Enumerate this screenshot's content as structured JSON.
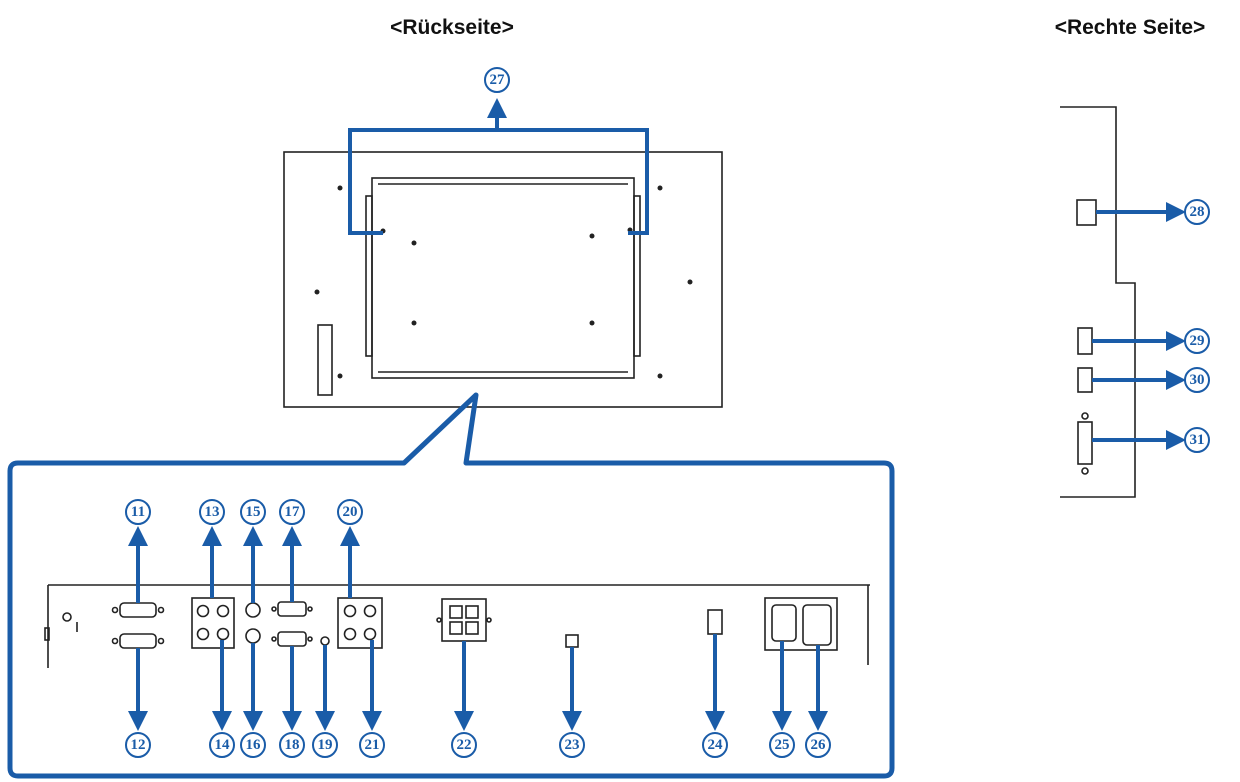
{
  "headers": {
    "rear": "<Rückseite>",
    "right_side": "<Rechte Seite>"
  },
  "callouts": {
    "c11": "11",
    "c12": "12",
    "c13": "13",
    "c14": "14",
    "c15": "15",
    "c16": "16",
    "c17": "17",
    "c18": "18",
    "c19": "19",
    "c20": "20",
    "c21": "21",
    "c22": "22",
    "c23": "23",
    "c24": "24",
    "c25": "25",
    "c26": "26",
    "c27": "27",
    "c28": "28",
    "c29": "29",
    "c30": "30",
    "c31": "31"
  },
  "colors": {
    "callout_blue": "#1a5ca8",
    "line_black": "#222222"
  }
}
